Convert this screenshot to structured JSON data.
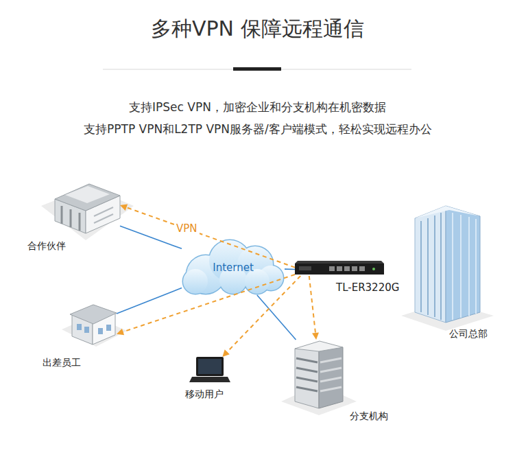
{
  "diagram": {
    "title": "多种VPN 保障远程通信",
    "nodes": [
      {
        "text": [
          "合作伙伴"
        ]
      },
      {
        "text": [
          "Internet"
        ]
      },
      {
        "text": [
          "TL-ER3220G"
        ]
      },
      {
        "text": [
          "公司总部"
        ]
      },
      {
        "text": [
          "出差员工"
        ]
      },
      {
        "text": [
          "移动用户"
        ]
      },
      {
        "text": [
          "分支机构"
        ]
      }
    ],
    "edges": [
      {
        "from": 0,
        "to": 1,
        "arrow": "none"
      },
      {
        "from": 4,
        "to": 1,
        "arrow": "none"
      },
      {
        "from": 1,
        "to": 2,
        "arrow": "none"
      },
      {
        "from": 1,
        "to": 6,
        "arrow": "none"
      },
      {
        "from": 2,
        "to": 0,
        "arrow": "to",
        "label": "VPN"
      },
      {
        "from": 2,
        "to": 4,
        "arrow": "to"
      },
      {
        "from": 2,
        "to": 5,
        "arrow": "to"
      },
      {
        "from": 2,
        "to": 6,
        "arrow": "to"
      }
    ],
    "labels": [
      "支持IPSec VPN，加密企业和分支机构在机密数据",
      "支持PPTP VPN和L2TP VPN服务器/客户端模式，轻松实现远程办公"
    ]
  }
}
